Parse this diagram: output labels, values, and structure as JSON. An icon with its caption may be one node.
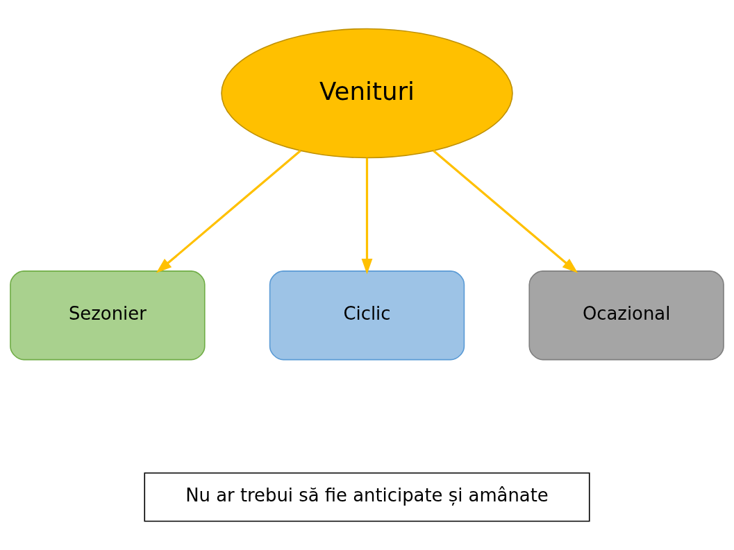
{
  "diagram": {
    "nodes": [
      {
        "text": [
          "Venituri"
        ]
      },
      {
        "text": [
          "Sezonier"
        ]
      },
      {
        "text": [
          "Ciclic"
        ]
      },
      {
        "text": [
          "Ocazional"
        ]
      },
      {
        "text": [
          "Nu ar trebui să fie anticipate și amânate"
        ]
      }
    ],
    "edges": [
      {
        "from": 0,
        "to": 1,
        "arrow": "to"
      },
      {
        "from": 0,
        "to": 2,
        "arrow": "to"
      },
      {
        "from": 0,
        "to": 3,
        "arrow": "to"
      }
    ]
  }
}
